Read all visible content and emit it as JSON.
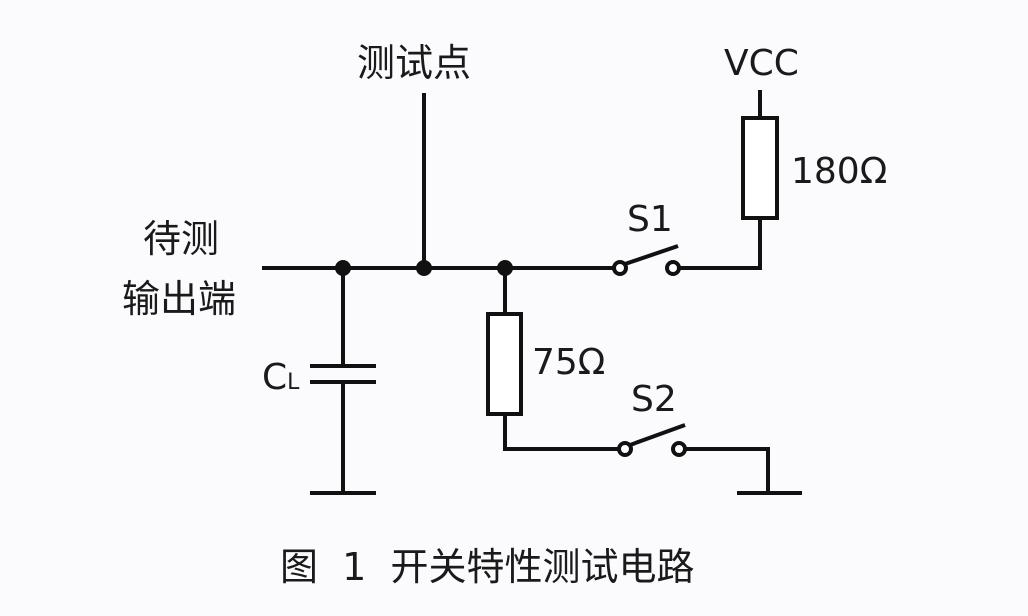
{
  "diagram": {
    "type": "circuit-schematic",
    "labels": {
      "test_point": "测试点",
      "dut_output_line1": "待测",
      "dut_output_line2": "输出端",
      "vcc": "VCC",
      "r_pullup": "180Ω",
      "switch1": "S1",
      "switch2": "S2",
      "r_load": "75Ω",
      "cap_main": "C",
      "cap_sub": "L"
    },
    "caption": "图  1  开关特性测试电路",
    "components": [
      {
        "id": "CL",
        "kind": "capacitor",
        "connects": [
          "output-node",
          "ground"
        ]
      },
      {
        "id": "R1",
        "kind": "resistor",
        "value": "180Ω",
        "connects": [
          "VCC",
          "S1"
        ]
      },
      {
        "id": "R2",
        "kind": "resistor",
        "value": "75Ω",
        "connects": [
          "output-node",
          "S2"
        ]
      },
      {
        "id": "S1",
        "kind": "switch",
        "state": "open",
        "connects": [
          "output-node",
          "R1"
        ]
      },
      {
        "id": "S2",
        "kind": "switch",
        "state": "open",
        "connects": [
          "R2",
          "ground"
        ]
      }
    ]
  }
}
